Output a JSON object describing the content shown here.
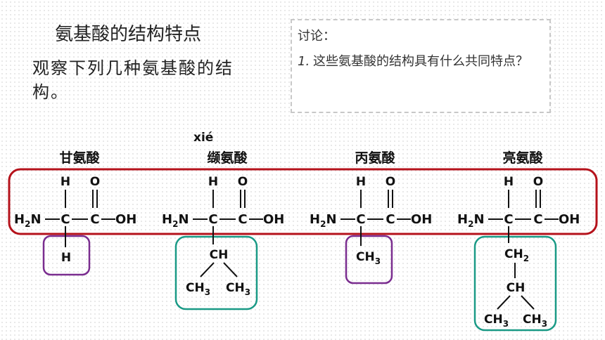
{
  "title": "氨基酸的结构特点",
  "subtitle": "观察下列几种氨基酸的结构。",
  "discussion": {
    "heading": "讨论：",
    "number": "1.",
    "question": "这些氨基酸的结构具有什么共同特点？"
  },
  "amino_acids": [
    {
      "name": "甘氨酸",
      "side_chain": [
        "H"
      ]
    },
    {
      "name": "缬氨酸",
      "pinyin": "xié",
      "side_chain": [
        "CH",
        "CH3",
        "CH3"
      ]
    },
    {
      "name": "丙氨酸",
      "side_chain": [
        "CH3"
      ]
    },
    {
      "name": "亮氨酸",
      "side_chain": [
        "CH2",
        "CH",
        "CH3",
        "CH3"
      ]
    }
  ],
  "backbone": {
    "amino": "H2N",
    "alpha_carbon": "C",
    "carbonyl_carbon": "C",
    "hydrogen": "H",
    "oxygen": "O",
    "hydroxyl": "OH"
  },
  "colors": {
    "backbone_box": "#b5121b",
    "purple_box": "#7a2d8f",
    "teal_box": "#1a9a86",
    "text": "#111111"
  }
}
